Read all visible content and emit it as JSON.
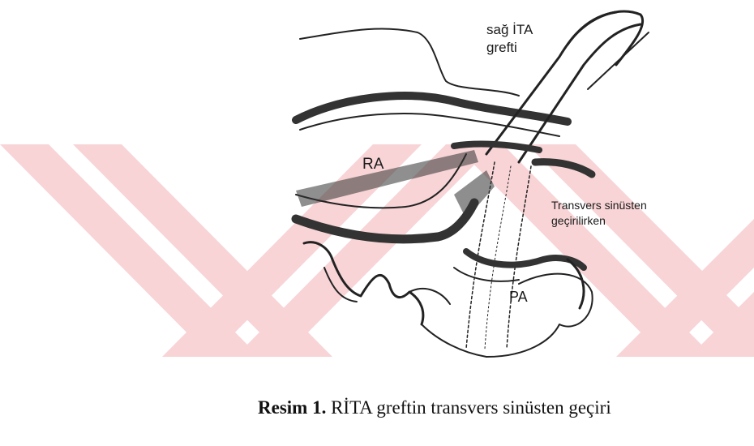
{
  "figure": {
    "labels": {
      "ita_line1": "sağ İTA",
      "ita_line2": "grefti",
      "ra": "RA",
      "transvers_line1": "Transvers sinüsten",
      "transvers_line2": "geçirilirken",
      "pa": "PA"
    }
  },
  "caption": {
    "label": "Resim 1.",
    "text": " RİTA  greftin transvers sinüsten geçiri"
  },
  "colors": {
    "watermark": "#f8d4d6",
    "ink": "#1a1a1a"
  }
}
